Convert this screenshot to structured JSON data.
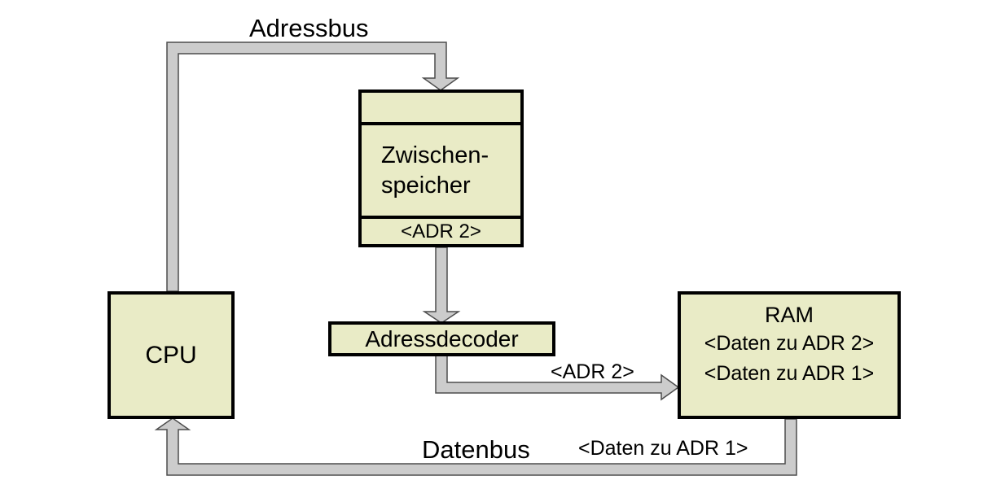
{
  "diagram": {
    "boxes": {
      "cpu": {
        "label": "CPU"
      },
      "buffer": {
        "label_line1": "Zwischen-",
        "label_line2": "speicher",
        "register_value": "<ADR 2>"
      },
      "decoder": {
        "label": "Adressdecoder"
      },
      "ram": {
        "label": "RAM",
        "content_line1": "<Daten zu ADR 2>",
        "content_line2": "<Daten zu ADR 1>"
      }
    },
    "buses": {
      "address_bus_label": "Adressbus",
      "data_bus_label": "Datenbus",
      "decoder_to_ram_label": "<ADR 2>",
      "ram_to_cpu_label": "<Daten zu ADR 1>"
    },
    "colors": {
      "box_fill": "#e9ebc6",
      "box_border": "#000000",
      "bus_fill": "#cccccc",
      "bus_outline": "#4d4d4d",
      "background": "#ffffff",
      "text_color": "#000000"
    }
  }
}
